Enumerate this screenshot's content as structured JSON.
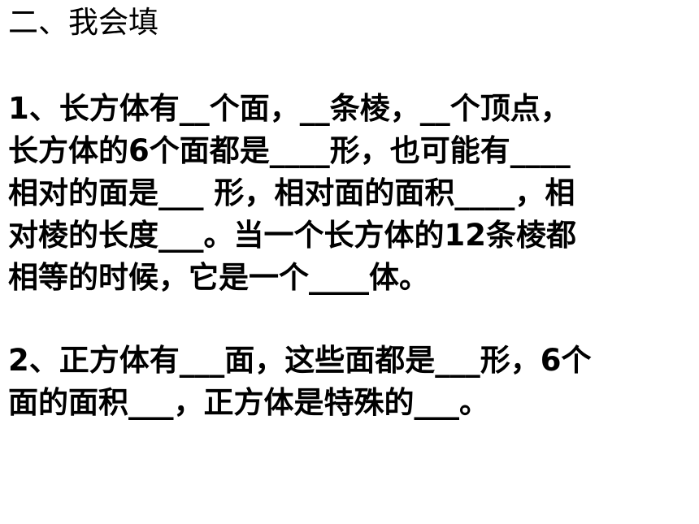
{
  "heading": "二、我会填",
  "question1": {
    "lines": [
      "1、长方体有__个面，__条棱，__个顶点，",
      "长方体的6个面都是____形，也可能有____",
      "相对的面是___ 形，相对面的面积____，相",
      "对棱的长度___。当一个长方体的12条棱都",
      "相等的时候，它是一个____体。"
    ]
  },
  "question2": {
    "lines": [
      "2、正方体有___面，这些面都是___形，6个",
      "面的面积___，正方体是特殊的___。"
    ]
  }
}
